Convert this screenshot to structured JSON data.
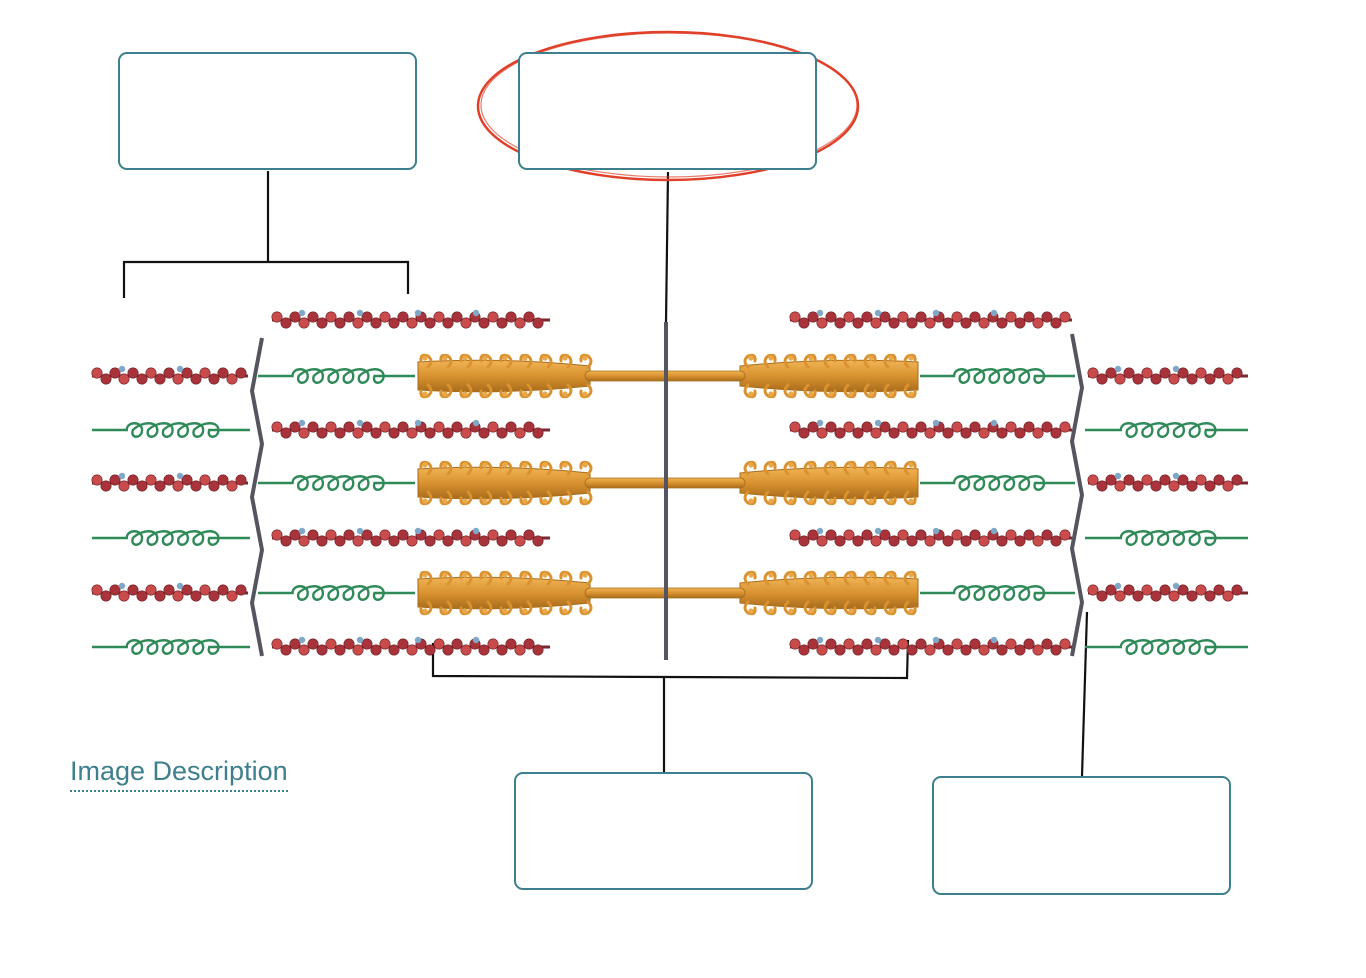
{
  "links": {
    "image_description": "Image Description"
  },
  "colors": {
    "box_border": "#3d7f8c",
    "leader_line": "#111111",
    "highlight_ellipse": "#e0402a",
    "actin_bead": "#a8333b",
    "actin_bead_alt": "#c94b4b",
    "tropomyosin_highlight": "#7fa8c8",
    "titin_spring": "#2f8a58",
    "myosin": "#d9922f",
    "myosin_dark": "#a86c1c",
    "z_disc": "#555560",
    "m_line": "#555560"
  },
  "label_boxes": [
    {
      "id": "top-left",
      "text": ""
    },
    {
      "id": "top-center",
      "text": ""
    },
    {
      "id": "bottom-center",
      "text": ""
    },
    {
      "id": "bottom-right",
      "text": ""
    }
  ],
  "icons": {
    "highlight": "red-highlight-ellipse-icon",
    "actin": "actin-filament-icon",
    "myosin": "myosin-thick-filament-icon",
    "titin": "titin-spring-icon",
    "z_disc": "z-disc-icon",
    "m_line": "m-line-icon"
  }
}
